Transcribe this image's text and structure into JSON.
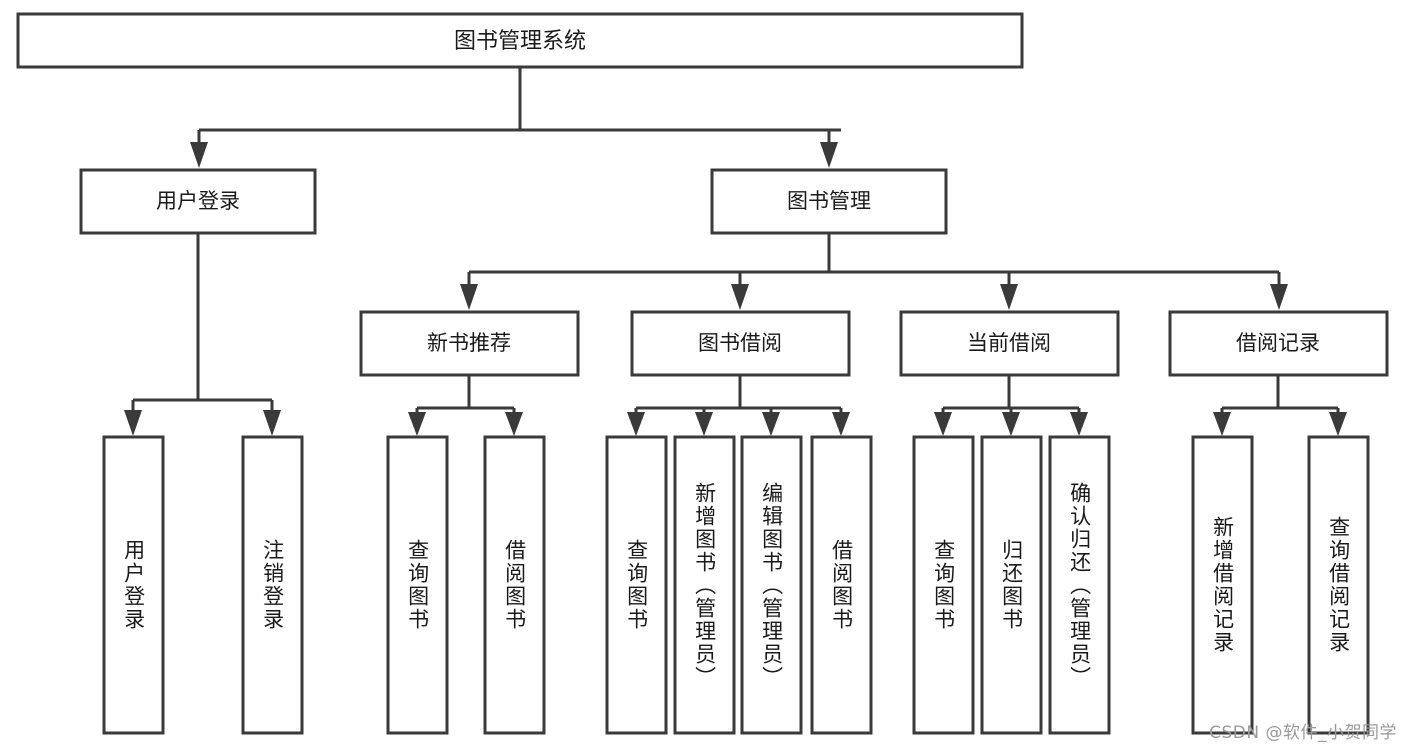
{
  "diagram": {
    "title": "图书管理系统",
    "watermark": "CSDN @软件_小贺同学",
    "colors": {
      "stroke": "#3a3a3a",
      "box_fill": "#ffffff",
      "text": "#1a1a1a",
      "background": "#ffffff",
      "watermark": "#9a9a9a"
    },
    "root": {
      "label": "图书管理系统"
    },
    "level2": [
      {
        "label": "用户登录"
      },
      {
        "label": "图书管理"
      }
    ],
    "level3": [
      {
        "label": "新书推荐"
      },
      {
        "label": "图书借阅"
      },
      {
        "label": "当前借阅"
      },
      {
        "label": "借阅记录"
      }
    ],
    "leaves": {
      "user_login": [
        {
          "label": "用户登录"
        },
        {
          "label": "注销登录"
        }
      ],
      "new_book_recommend": [
        {
          "label": "查询图书"
        },
        {
          "label": "借阅图书"
        }
      ],
      "book_borrow": [
        {
          "label": "查询图书"
        },
        {
          "label": "新增图书（管理员）"
        },
        {
          "label": "编辑图书（管理员）"
        },
        {
          "label": "借阅图书"
        }
      ],
      "current_borrow": [
        {
          "label": "查询图书"
        },
        {
          "label": "归还图书"
        },
        {
          "label": "确认归还（管理员）"
        }
      ],
      "borrow_record": [
        {
          "label": "新增借阅记录"
        },
        {
          "label": "查询借阅记录"
        }
      ]
    }
  }
}
